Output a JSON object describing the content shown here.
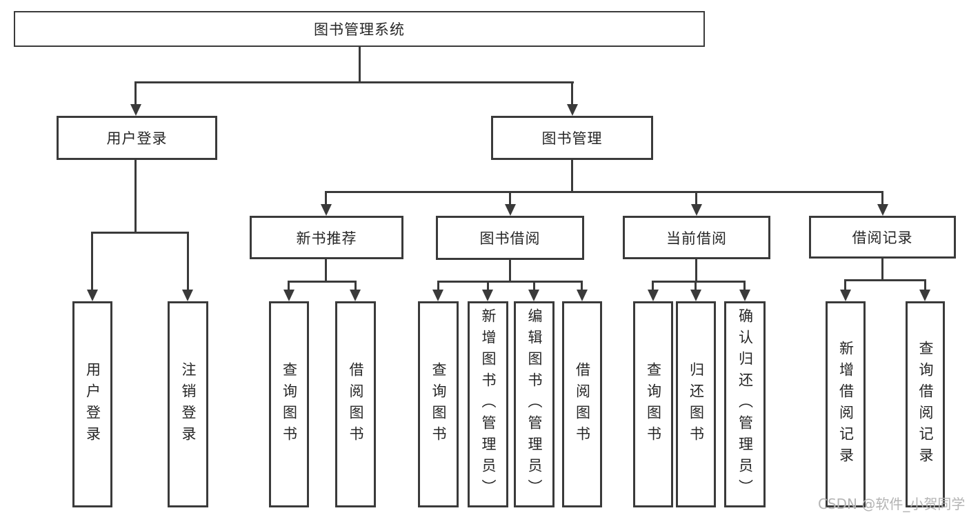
{
  "colors": {
    "line": "#3a3a3a",
    "text": "#262626",
    "box_background": "#ffffff",
    "page_background": "#ffffff",
    "watermark": "#b4b4b4"
  },
  "watermark": "CSDN @软件_小贺同学",
  "tree": {
    "label": "图书管理系统",
    "children": [
      {
        "label": "用户登录",
        "children": [
          {
            "label": "用户登录"
          },
          {
            "label": "注销登录"
          }
        ]
      },
      {
        "label": "图书管理",
        "children": [
          {
            "label": "新书推荐",
            "children": [
              {
                "label": "查询图书"
              },
              {
                "label": "借阅图书"
              }
            ]
          },
          {
            "label": "图书借阅",
            "children": [
              {
                "label": "查询图书"
              },
              {
                "label": "新增图书（管理员）"
              },
              {
                "label": "编辑图书（管理员）"
              },
              {
                "label": "借阅图书"
              }
            ]
          },
          {
            "label": "当前借阅",
            "children": [
              {
                "label": "查询图书"
              },
              {
                "label": "归还图书"
              },
              {
                "label": "确认归还（管理员）"
              }
            ]
          },
          {
            "label": "借阅记录",
            "children": [
              {
                "label": "新增借阅记录"
              },
              {
                "label": "查询借阅记录"
              }
            ]
          }
        ]
      }
    ]
  }
}
